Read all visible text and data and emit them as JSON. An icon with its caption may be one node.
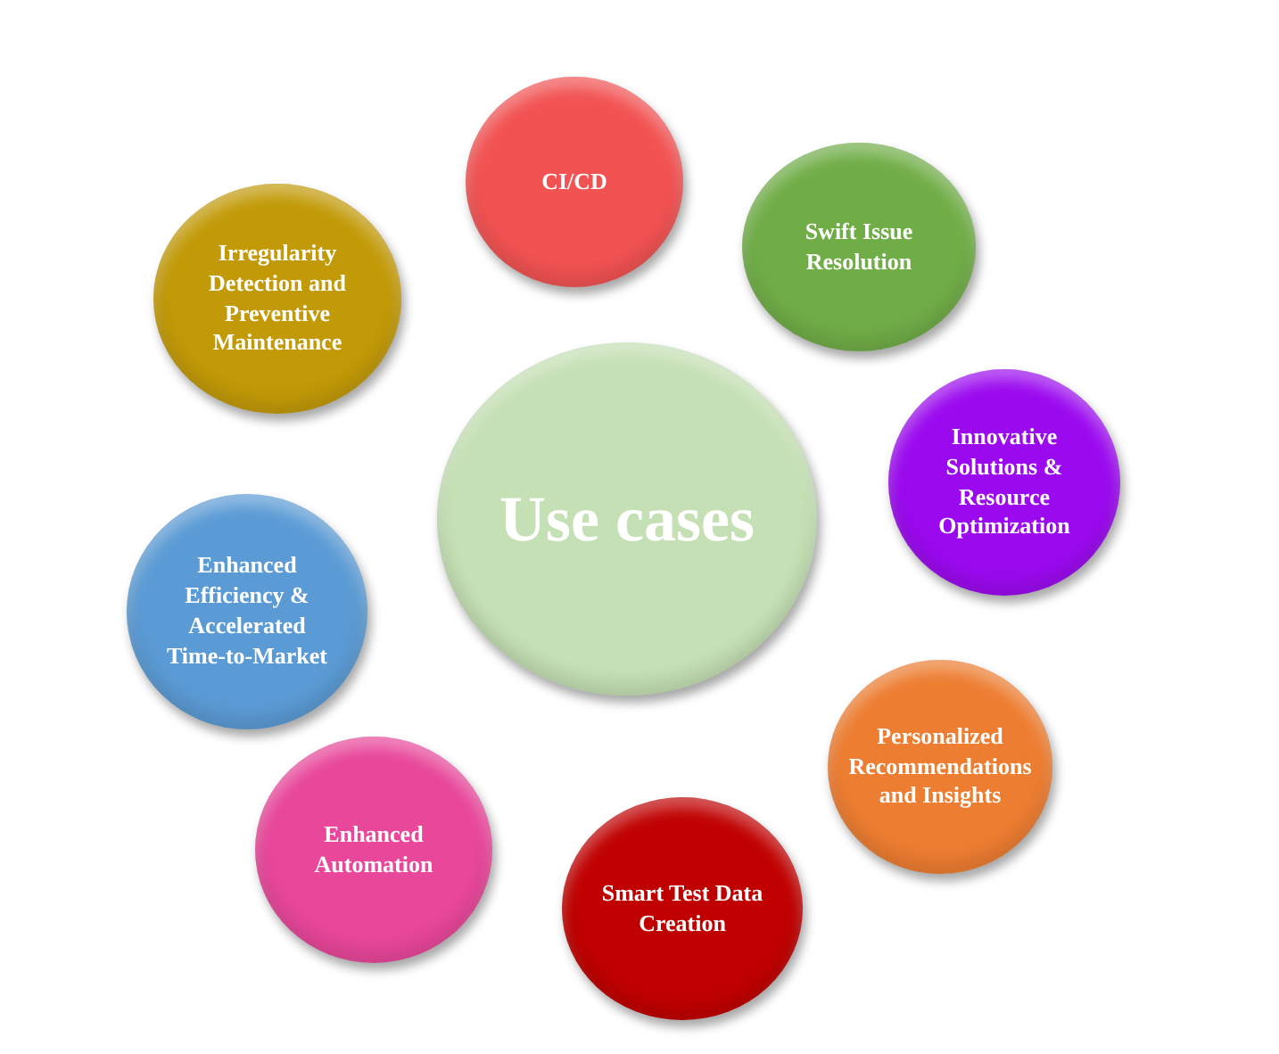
{
  "diagram": {
    "nodes": [
      {
        "text": [
          "CI/CD"
        ]
      },
      {
        "text": [
          "Swift Issue Resolution"
        ]
      },
      {
        "text": [
          "Irregularity Detection and Preventive Maintenance"
        ]
      },
      {
        "text": [
          "Use cases"
        ]
      },
      {
        "text": [
          "Innovative Solutions & Resource Optimization"
        ]
      },
      {
        "text": [
          "Enhanced Efficiency & Accelerated Time-to-Market"
        ]
      },
      {
        "text": [
          "Personalized Recommendations and Insights"
        ]
      },
      {
        "text": [
          "Enhanced Automation"
        ]
      },
      {
        "text": [
          "Smart Test Data Creation"
        ]
      }
    ]
  }
}
